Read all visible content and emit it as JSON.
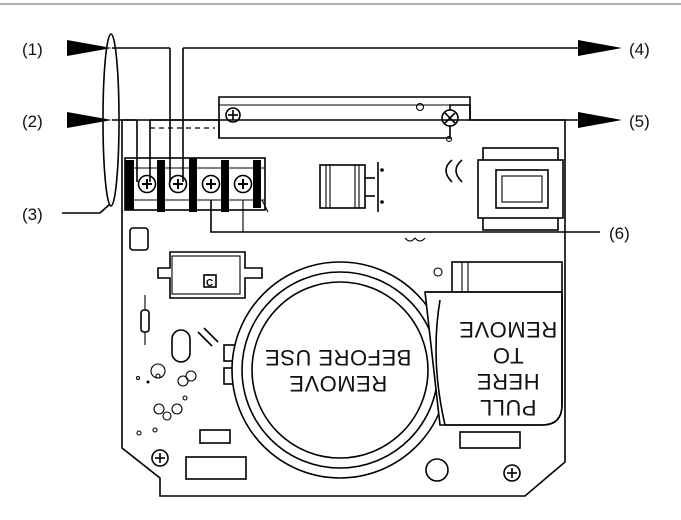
{
  "callouts": {
    "c1": "(1)",
    "c2": "(2)",
    "c3": "(3)",
    "c4": "(4)",
    "c5": "(5)",
    "c6": "(6)"
  },
  "component_label": "C",
  "battery_label": {
    "line1": "REMOVE",
    "line2": "BEFORE USE"
  },
  "pull_tab_label": {
    "line1": "PULL",
    "line2": "HERE",
    "line3": "TO",
    "line4": "REMOVE"
  }
}
